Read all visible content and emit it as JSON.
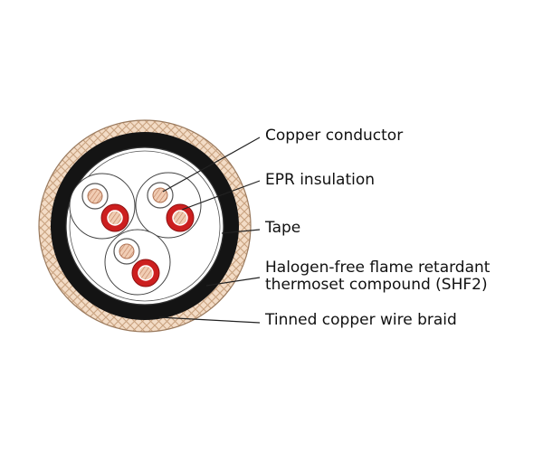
{
  "labels": {
    "copper_conductor": "Copper conductor",
    "epr_insulation": "EPR insulation",
    "tape": "Tape",
    "sheath_line1": "Halogen-free flame retardant",
    "sheath_line2": "thermoset compound (SHF2)",
    "braid": "Tinned copper wire braid"
  },
  "colors": {
    "braid_fill": "#f3dcc6",
    "braid_mesh": "#c9a27f",
    "sheath": "#141414",
    "tape": "#ffffff",
    "insulation_red": "#cc1f1f",
    "conductor": "#d9a98a",
    "leader_line": "#222222"
  }
}
